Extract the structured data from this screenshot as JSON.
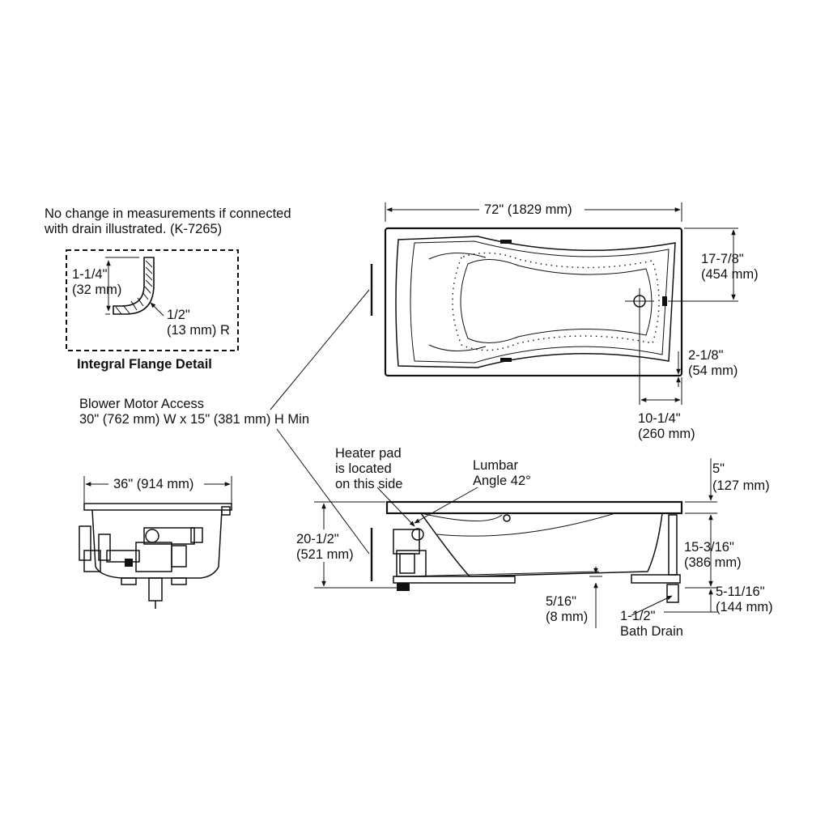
{
  "flange_note": {
    "line1": "No change in measurements if connected",
    "line2": "with drain illustrated.  (K-7265)"
  },
  "flange_detail": {
    "dim_height": "1-1/4\"",
    "dim_height_mm": "(32 mm)",
    "dim_radius": "1/2\"",
    "dim_radius_mm": "(13 mm) R",
    "caption": "Integral Flange Detail"
  },
  "blower_note": {
    "line1": "Blower Motor Access",
    "line2": "30\" (762 mm) W x 15\" (381 mm) H Min"
  },
  "top_view": {
    "length": "72\" (1829 mm)",
    "drain_offset": "17-7/8\"",
    "drain_offset_mm": "(454 mm)",
    "apron_depth": "2-1/8\"",
    "apron_depth_mm": "(54 mm)",
    "drain_from_end": "10-1/4\"",
    "drain_from_end_mm": "(260 mm)"
  },
  "end_view": {
    "width": "36\" (914 mm)"
  },
  "side_view": {
    "heater_l1": "Heater pad",
    "heater_l2": "is located",
    "heater_l3": "on this side",
    "lumbar_l1": "Lumbar",
    "lumbar_l2": "Angle 42°",
    "rim_height": "5\"",
    "rim_height_mm": "(127 mm)",
    "total_height": "20-1/2\"",
    "total_height_mm": "(521 mm)",
    "bottom_height": "15-3/16\"",
    "bottom_height_mm": "(386 mm)",
    "drain_height": "5-11/16\"",
    "drain_height_mm": "(144 mm)",
    "base_offset": "5/16\"",
    "base_offset_mm": "(8 mm)",
    "drain_size": "1-1/2\"",
    "drain_label": "Bath Drain"
  }
}
